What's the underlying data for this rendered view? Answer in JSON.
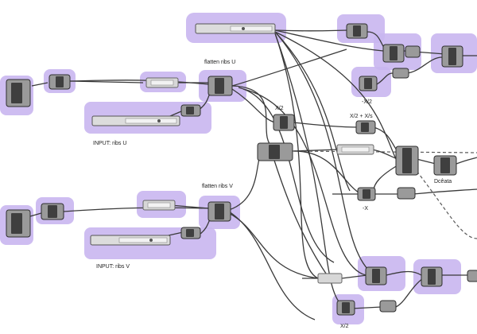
{
  "labels": {
    "flatten_ribs_u": "flatten ribs U",
    "input_ribs_u": "INPUT: ribs U",
    "flatten_ribs_v": "flatten ribs V",
    "input_ribs_v": "INPUT: ribs V",
    "x_half": "X/2",
    "x_half_plus_x2": "X/2 + X/s",
    "neg_x_half": "-X/2",
    "neg_x": "-X",
    "dots": "Dcêata",
    "x_half_bottom": "X/2"
  },
  "colors": {
    "group": "#c9b6ef",
    "component": "#9a9a9a",
    "component_core": "#3f3f3f",
    "wire": "#3a3a3a"
  }
}
